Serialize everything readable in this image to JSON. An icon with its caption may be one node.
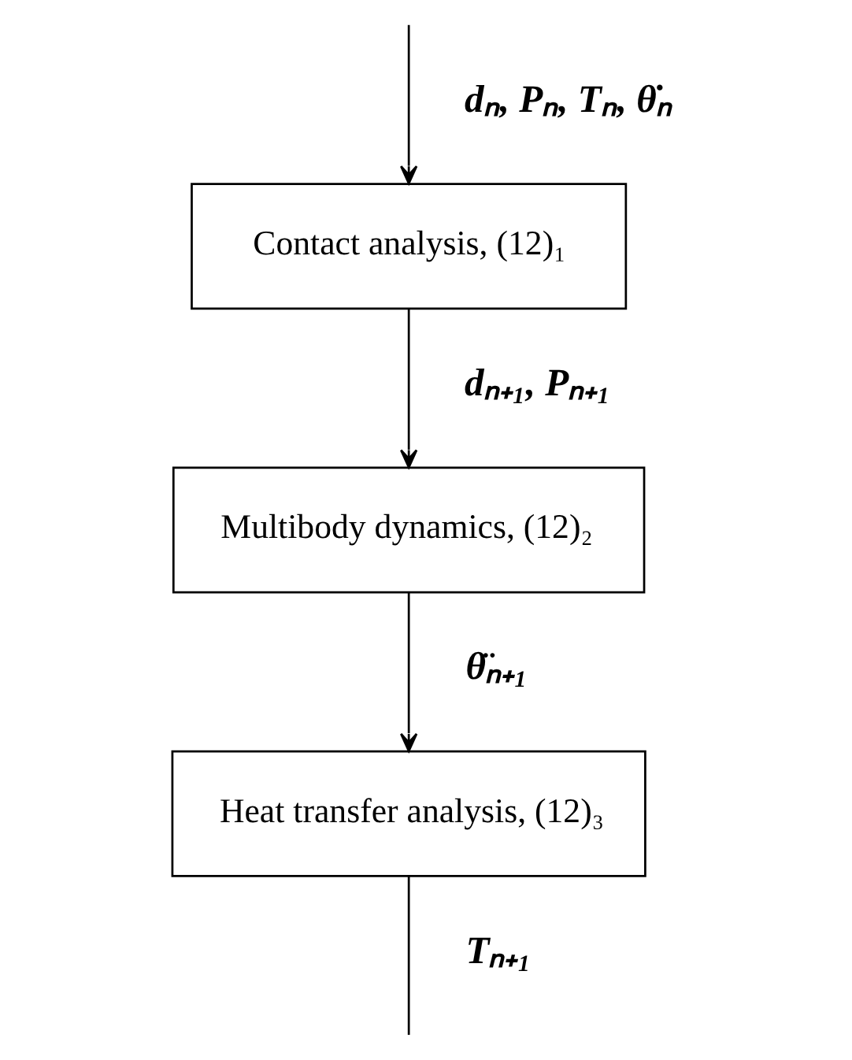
{
  "diagram": {
    "nodes": [
      {
        "text": [
          "Contact analysis, (12)₁"
        ]
      },
      {
        "text": [
          "Multibody dynamics, (12)₂"
        ]
      },
      {
        "text": [
          "Heat transfer analysis, (12)₃"
        ]
      }
    ],
    "edges": [
      {
        "from": null,
        "to": 0,
        "arrow": "to",
        "label": "dₙ, Pₙ, Tₙ, θ̇ₙ"
      },
      {
        "from": 0,
        "to": 1,
        "arrow": "to",
        "label": "dₙ₊₁, Pₙ₊₁"
      },
      {
        "from": 1,
        "to": 2,
        "arrow": "to",
        "label": "θ̈ₙ₊₁"
      },
      {
        "from": 2,
        "to": null,
        "arrow": "none",
        "label": "Tₙ₊₁"
      }
    ]
  }
}
